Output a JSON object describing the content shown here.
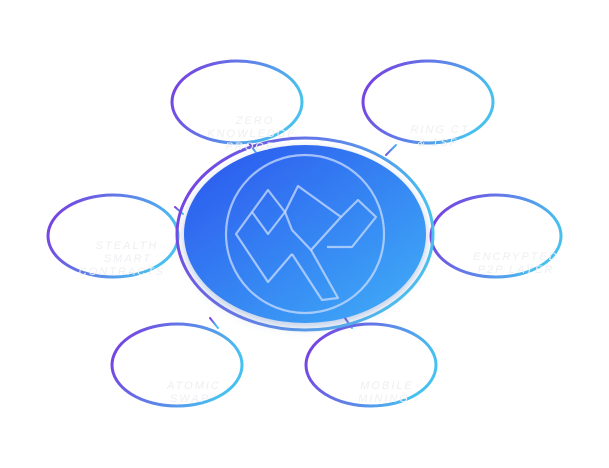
{
  "nodes": [
    {
      "id": "zero",
      "line1": "ZERO",
      "line2": "KNOWLEDGE",
      "line3": "PROOF"
    },
    {
      "id": "ring",
      "line1": "RING CT",
      "line2": "& 1SF",
      "line3": ""
    },
    {
      "id": "stealth",
      "line1": "STEALTH",
      "line2": "SMART",
      "line3": "CONTRACTS"
    },
    {
      "id": "p2p",
      "line1": "ENCRYPTED",
      "line2": "P2P LAYER",
      "line3": ""
    },
    {
      "id": "atomic",
      "line1": "ATOMIC",
      "line2": "SWAP",
      "line3": ""
    },
    {
      "id": "mobile",
      "line1": "MOBILE",
      "line2": "MINING",
      "line3": ""
    }
  ],
  "colors": {
    "ring_start": "#7b34e0",
    "ring_end": "#48c0ef",
    "center_start": "#2a5bf0",
    "center_end": "#3ea9f6",
    "label": "#eeeff2"
  }
}
